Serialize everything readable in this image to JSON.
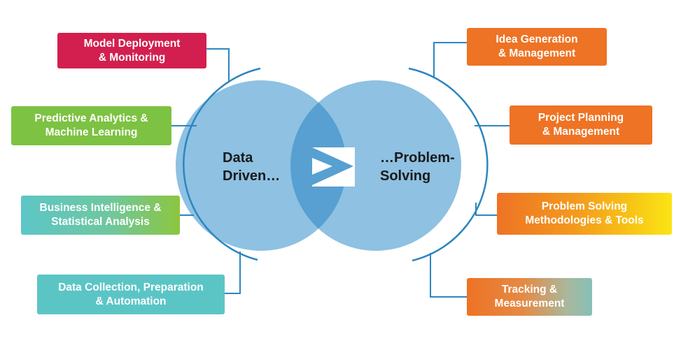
{
  "colors": {
    "circle_left": "#8ec1e2",
    "circle_right": "#8ec1e2",
    "overlap": "#57a0d1",
    "connector": "#2b86c0",
    "logo": "#ffffff"
  },
  "center": {
    "left_lines": [
      "Data",
      "Driven…"
    ],
    "right_lines": [
      "…Problem-",
      "Solving"
    ],
    "logo_icon": "play-chevron-icon"
  },
  "left_boxes": [
    {
      "lines": [
        "Model Deployment",
        "& Monitoring"
      ],
      "color": "#d21f4f"
    },
    {
      "lines": [
        "Predictive Analytics &",
        "Machine Learning"
      ],
      "color": "#7dc242"
    },
    {
      "lines": [
        "Business Intelligence &",
        "Statistical Analysis"
      ],
      "color": "#5cc6c7"
    },
    {
      "lines": [
        "Data Collection, Preparation",
        "& Automation"
      ],
      "color": "#5bc5c6"
    }
  ],
  "right_boxes": [
    {
      "lines": [
        "Idea Generation",
        "& Management"
      ],
      "color": "#ee7324"
    },
    {
      "lines": [
        "Project Planning",
        "& Management"
      ],
      "color": "#ee7324"
    },
    {
      "lines": [
        "Problem Solving",
        "Methodologies & Tools"
      ],
      "color": "#f39a1e"
    },
    {
      "lines": [
        "Tracking &",
        "Measurement"
      ],
      "color": "#ee7324"
    }
  ]
}
